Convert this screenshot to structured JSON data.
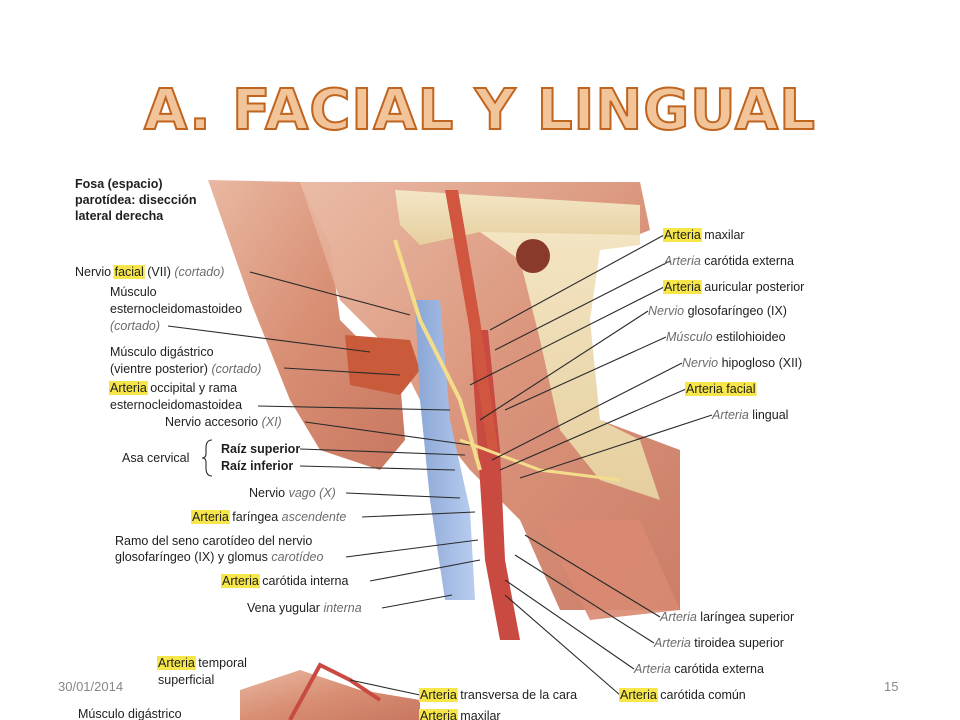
{
  "slide": {
    "title": "A. FACIAL Y LINGUAL",
    "footer_date": "30/01/2014",
    "page_number": "15"
  },
  "figure": {
    "heading": [
      "Fosa (espacio)",
      "parotídea: disección",
      "lateral derecha"
    ],
    "labels_left": [
      {
        "parts": [
          {
            "t": "Nervio "
          },
          {
            "t": "facial",
            "hl": true
          },
          {
            "t": " (VII) "
          },
          {
            "t": "(cortado)",
            "g": true
          }
        ]
      },
      {
        "parts": [
          {
            "t": "Músculo"
          }
        ]
      },
      {
        "parts": [
          {
            "t": "esternocleidomastoideo"
          }
        ]
      },
      {
        "parts": [
          {
            "t": "(cortado)",
            "g": true
          }
        ]
      },
      {
        "parts": [
          {
            "t": "Músculo digástrico"
          }
        ]
      },
      {
        "parts": [
          {
            "t": "(vientre posterior) "
          },
          {
            "t": "(cortado)",
            "g": true
          }
        ]
      },
      {
        "parts": [
          {
            "t": "Arteria",
            "hl": true
          },
          {
            "t": " occipital y rama"
          }
        ]
      },
      {
        "parts": [
          {
            "t": "esternocleidomastoidea"
          }
        ]
      },
      {
        "parts": [
          {
            "t": "Nervio accesorio "
          },
          {
            "t": "(XI)",
            "g": true
          }
        ]
      },
      {
        "parts": [
          {
            "t": "Raíz superior",
            "b": true
          }
        ]
      },
      {
        "parts": [
          {
            "t": "Raíz inferior",
            "b": true
          }
        ]
      },
      {
        "parts": [
          {
            "t": "Asa cervical"
          }
        ]
      },
      {
        "parts": [
          {
            "t": "Nervio "
          },
          {
            "t": "vago (X)",
            "g": true
          }
        ]
      },
      {
        "parts": [
          {
            "t": "Arteria",
            "hl": true
          },
          {
            "t": " faríngea "
          },
          {
            "t": "ascendente",
            "g": true
          }
        ]
      },
      {
        "parts": [
          {
            "t": "Ramo del seno carotídeo del nervio"
          }
        ]
      },
      {
        "parts": [
          {
            "t": "glosofaríngeo (IX) y glomus "
          },
          {
            "t": "carotídeo",
            "g": true
          }
        ]
      },
      {
        "parts": [
          {
            "t": "Arteria",
            "hl": true
          },
          {
            "t": " carótida interna"
          }
        ]
      },
      {
        "parts": [
          {
            "t": "Vena yugular "
          },
          {
            "t": "interna",
            "g": true
          }
        ]
      },
      {
        "parts": [
          {
            "t": "Arteria",
            "hl": true
          },
          {
            "t": " temporal"
          }
        ]
      },
      {
        "parts": [
          {
            "t": "superficial"
          }
        ]
      },
      {
        "parts": [
          {
            "t": "Músculo digástrico"
          }
        ]
      }
    ],
    "labels_right": [
      {
        "parts": [
          {
            "t": "Arteria",
            "hl": true
          },
          {
            "t": " maxilar"
          }
        ]
      },
      {
        "parts": [
          {
            "t": "Arteria",
            "g": true
          },
          {
            "t": " carótida externa"
          }
        ]
      },
      {
        "parts": [
          {
            "t": "Arteria",
            "hl": true
          },
          {
            "t": " auricular posterior"
          }
        ]
      },
      {
        "parts": [
          {
            "t": "Nervio",
            "g": true
          },
          {
            "t": " glosofaríngeo (IX)"
          }
        ]
      },
      {
        "parts": [
          {
            "t": "Músculo",
            "g": true
          },
          {
            "t": " estilohioideo"
          }
        ]
      },
      {
        "parts": [
          {
            "t": "Nervio",
            "g": true
          },
          {
            "t": " hipogloso (XII)"
          }
        ]
      },
      {
        "parts": [
          {
            "t": "Arteria facial",
            "hl": true
          }
        ]
      },
      {
        "parts": [
          {
            "t": "Arteria",
            "g": true
          },
          {
            "t": " lingual"
          }
        ]
      },
      {
        "parts": [
          {
            "t": "Arteria",
            "g": true
          },
          {
            "t": " laríngea superior"
          }
        ]
      },
      {
        "parts": [
          {
            "t": "Arteria",
            "g": true
          },
          {
            "t": " tiroidea superior"
          }
        ]
      },
      {
        "parts": [
          {
            "t": "Arteria",
            "g": true
          },
          {
            "t": " carótida externa"
          }
        ]
      },
      {
        "parts": [
          {
            "t": "Arteria",
            "hl": true
          },
          {
            "t": " carótida común"
          }
        ]
      },
      {
        "parts": [
          {
            "t": "Arteria",
            "hl": true
          },
          {
            "t": " transversa "
          },
          {
            "t": "de la cara"
          }
        ]
      },
      {
        "parts": [
          {
            "t": "Arteria",
            "hl": true
          },
          {
            "t": " maxilar"
          }
        ]
      }
    ]
  }
}
